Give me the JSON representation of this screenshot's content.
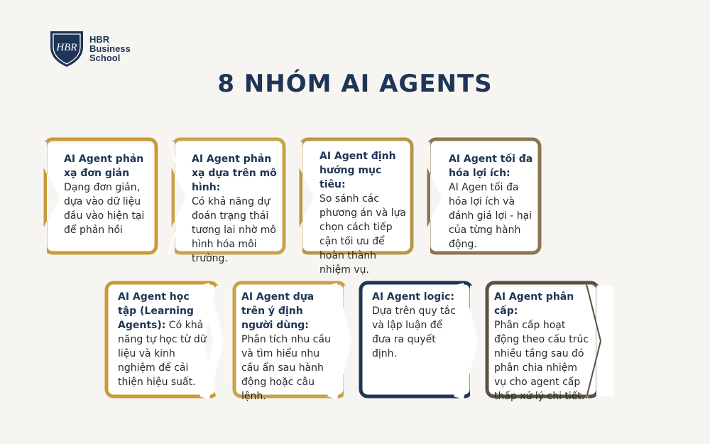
{
  "logo": {
    "monogram": "HBR",
    "line1": "HBR",
    "line2": "Business",
    "line3": "School"
  },
  "title": "8 NHÓM AI AGENTS",
  "colors": {
    "navy": "#1f3556",
    "gold": "#c89b3a",
    "gold_dark": "#a88a45",
    "olive": "#8c7550",
    "slate": "#5a5242"
  },
  "row1": [
    {
      "head": "AI Agent phản xạ đơn giản",
      "body": "Dạng đơn giản, dựa vào dữ liệu đầu vào hiện tại để phản hồi"
    },
    {
      "head": "AI Agent phản xạ dựa trên mô hình:",
      "body": "Có khả năng dự đoán trạng thái tương lai nhờ mô hình hóa môi trường."
    },
    {
      "head": "AI Agent định hướng mục tiêu:",
      "body": "So sánh các phương án và lựa chọn cách tiếp cận tối ưu để hoàn thành nhiệm vụ."
    },
    {
      "head": "AI Agent tối đa hóa lợi ích:",
      "body": "AI Agen tối đa hóa lợi ích và đánh giá lợi - hại của từng hành động."
    }
  ],
  "row2": [
    {
      "head": "AI Agent học tập (Learning Agents):",
      "body": " Có khả năng tự học từ dữ liệu và kinh nghiệm để cải thiện hiệu suất."
    },
    {
      "head": "AI Agent dựa trên ý định người dùng:",
      "body": " Phân tích nhu cầu và tìm hiểu nhu cầu ẩn sau hành động hoặc câu lệnh."
    },
    {
      "head": "AI Agent logic:",
      "body": "Dựa trên quy tắc và lập luận để đưa ra quyết định."
    },
    {
      "head": "AI Agent phân cấp:",
      "body": "Phân cấp hoạt động theo cấu trúc nhiều tầng sau đó phân chia nhiệm vụ cho agent cấp thấp xử lý chi tiết."
    }
  ]
}
